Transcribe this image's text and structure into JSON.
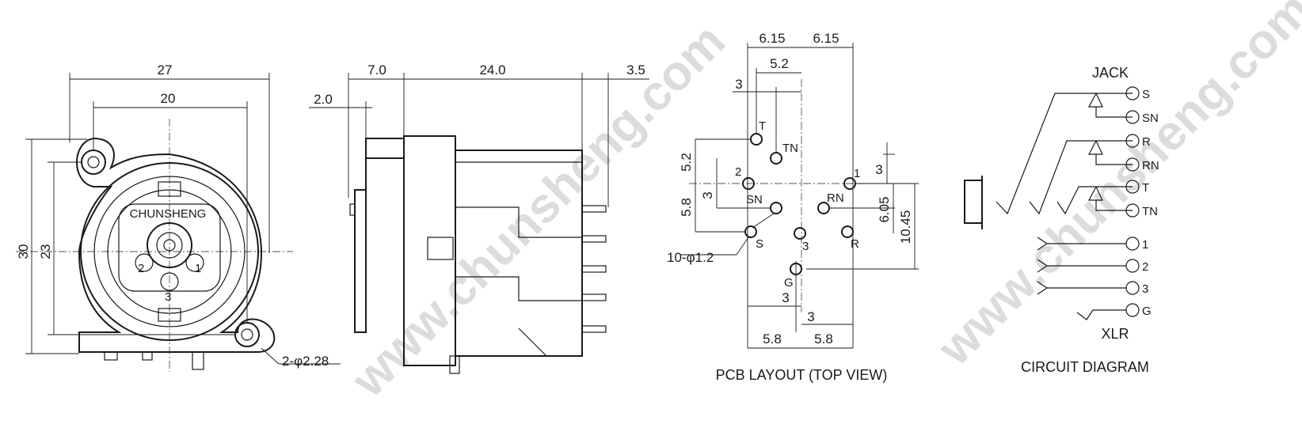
{
  "watermark": "www.chunsheng.com",
  "front_view": {
    "width_overall": "27",
    "width_holes": "20",
    "height_overall": "30",
    "height_holes": "23",
    "brand": "CHUNSHENG",
    "pin_1": "1",
    "pin_2": "2",
    "pin_3": "3",
    "hole_note": "2-φ2.28"
  },
  "side_view": {
    "dim_2_0": "2.0",
    "dim_7_0": "7.0",
    "dim_24_0": "24.0",
    "dim_3_5": "3.5"
  },
  "pcb_layout": {
    "caption": "PCB LAYOUT (TOP VIEW)",
    "dim_top_left": "6.15",
    "dim_top_right": "6.15",
    "dim_5_2_top": "5.2",
    "dim_3_top": "3",
    "dim_5_2_left": "5.2",
    "dim_3_left": "3",
    "dim_5_8_left": "5.8",
    "dim_3_right": "3",
    "dim_6_05": "6.05",
    "dim_10_45": "10.45",
    "dim_3_bottom_left": "3",
    "dim_3_bottom_right": "3",
    "dim_5_8_bottom_left": "5.8",
    "dim_5_8_bottom_right": "5.8",
    "hole_note": "10-φ1.2",
    "labels": {
      "T": "T",
      "TN": "TN",
      "p2": "2",
      "p1": "1",
      "SN": "SN",
      "RN": "RN",
      "S": "S",
      "p3": "3",
      "R": "R",
      "G": "G"
    }
  },
  "circuit": {
    "caption": "CIRCUIT DIAGRAM",
    "jack_title": "JACK",
    "xlr_title": "XLR",
    "jack_pins": [
      "S",
      "SN",
      "R",
      "RN",
      "T",
      "TN"
    ],
    "xlr_pins": [
      "1",
      "2",
      "3",
      "G"
    ]
  }
}
